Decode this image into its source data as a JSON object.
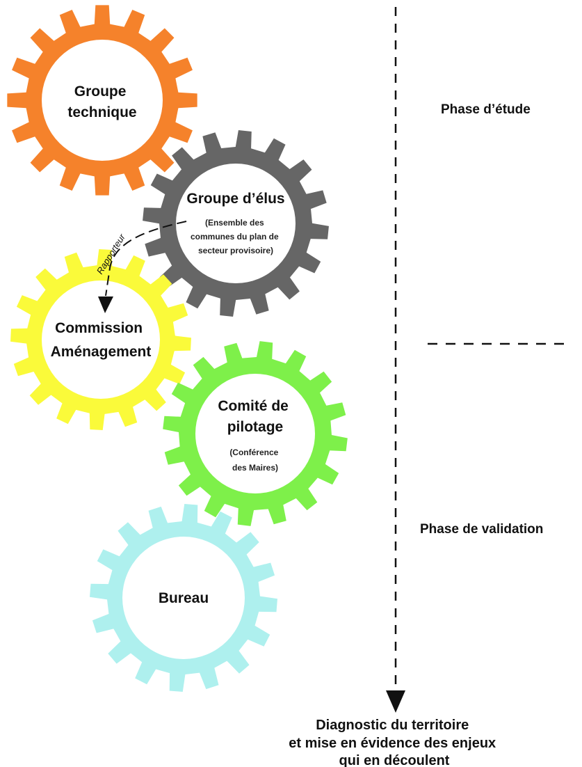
{
  "gears": {
    "groupe_technique": {
      "title": [
        "Groupe",
        "technique"
      ],
      "subtitle": [],
      "color": "#f5822b"
    },
    "groupe_elus": {
      "title": [
        "Groupe d’élus"
      ],
      "subtitle": [
        "(Ensemble des",
        "communes du plan de",
        "secteur provisoire)"
      ],
      "color": "#666666"
    },
    "commission": {
      "title": [
        "Commission",
        "Aménagement"
      ],
      "subtitle": [],
      "color": "#fafa3a"
    },
    "comite": {
      "title": [
        "Comité de",
        "pilotage"
      ],
      "subtitle": [
        "(Conférence",
        "des Maires)"
      ],
      "color": "#7ef04a"
    },
    "bureau": {
      "title": [
        "Bureau"
      ],
      "subtitle": [],
      "color": "#aef0ee"
    }
  },
  "connector": {
    "label": "Rapporteur"
  },
  "phases": {
    "study": "Phase d’étude",
    "validation": "Phase de validation"
  },
  "outcome": [
    "Diagnostic du territoire",
    "et mise en évidence des enjeux",
    "qui en découlent"
  ]
}
